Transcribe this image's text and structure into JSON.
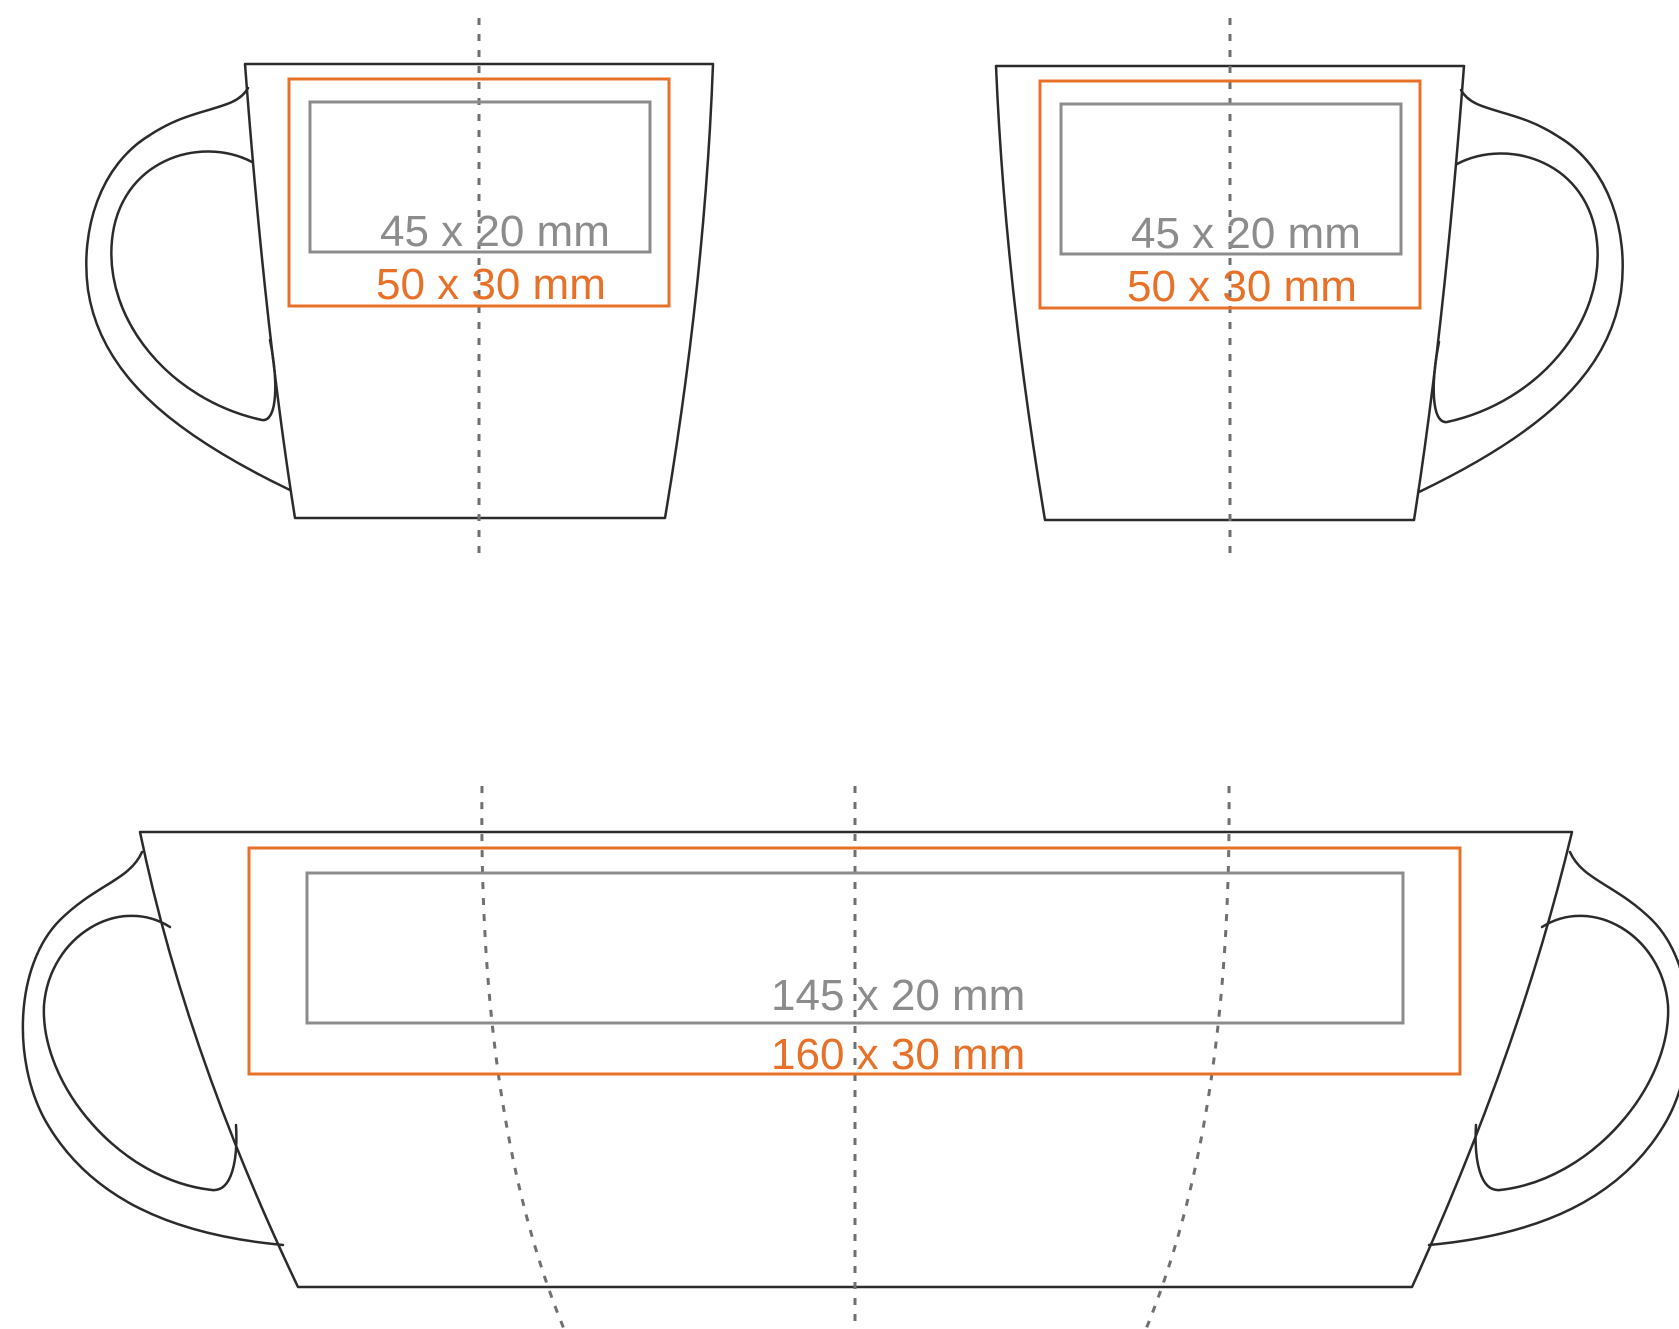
{
  "colors": {
    "outline": "#2b2b2b",
    "guide": "#707070",
    "print_area": "#8c8c8c",
    "max_area": "#e8712a"
  },
  "views": {
    "left_handle": {
      "print_area_label": "45 x 20 mm",
      "max_area_label": "50 x 30 mm"
    },
    "right_handle": {
      "print_area_label": "45 x 20 mm",
      "max_area_label": "50 x 30 mm"
    },
    "wrap": {
      "print_area_label": "145 x 20 mm",
      "max_area_label": "160 x 30 mm"
    }
  }
}
